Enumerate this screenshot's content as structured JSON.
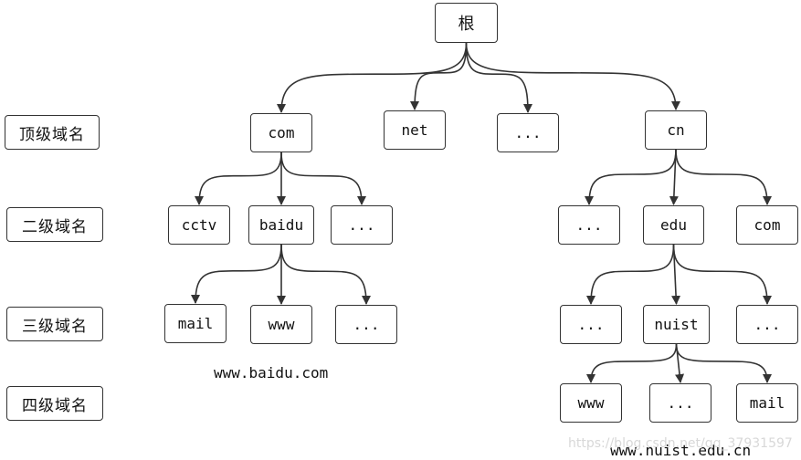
{
  "levels": {
    "top": "顶级域名",
    "second": "二级域名",
    "third": "三级域名",
    "fourth": "四级域名"
  },
  "nodes": {
    "root": "根",
    "com": "com",
    "net": "net",
    "top_dots": "...",
    "cn": "cn",
    "cctv": "cctv",
    "baidu": "baidu",
    "com_dots": "...",
    "cn_dots": "...",
    "edu": "edu",
    "cn_com": "com",
    "mail": "mail",
    "baidu_www": "www",
    "baidu_dots": "...",
    "edu_dots_left": "...",
    "nuist": "nuist",
    "edu_dots_right": "...",
    "nuist_www": "www",
    "nuist_dots": "...",
    "nuist_mail": "mail"
  },
  "captions": {
    "baidu": "www.baidu.com",
    "nuist": "www.nuist.edu.cn"
  },
  "watermark": "https://blog.csdn.net/qq_37931597",
  "colors": {
    "line": "#333333",
    "border": "#333333"
  }
}
